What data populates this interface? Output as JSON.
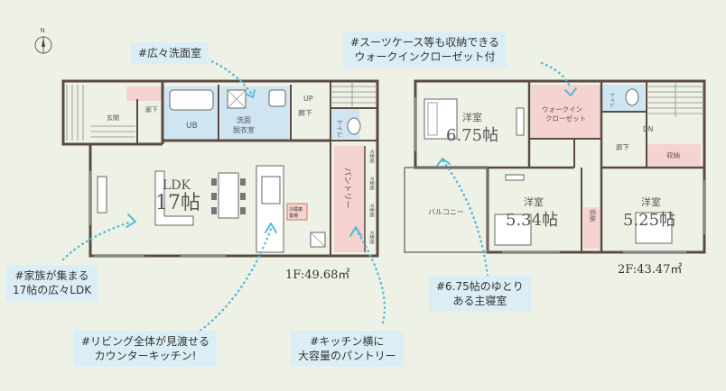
{
  "compass": {
    "label": "N"
  },
  "callouts": {
    "washroom": "#広々洗面室",
    "closet_line1": "#スーツケース等も収納できる",
    "closet_line2": "ウォークインクローゼット付",
    "ldk_line1": "#家族が集まる",
    "ldk_line2": "17帖の広々LDK",
    "kitchen_line1": "#リビング全体が見渡せる",
    "kitchen_line2": "カウンターキッチン!",
    "pantry_line1": "#キッチン横に",
    "pantry_line2": "大容量のパントリー",
    "master_line1": "#6.75帖のゆとり",
    "master_line2": "ある主寝室"
  },
  "floor1": {
    "area": "1F:49.68㎡",
    "rooms": {
      "entrance": "玄関",
      "hall": "廊下",
      "ub": "UB",
      "washroom_1": "洗面",
      "washroom_2": "脱衣室",
      "up": "UP",
      "hall2": "廊下",
      "toilet": "トイレ",
      "ldk_name": "LDK",
      "ldk_size": "17帖",
      "pantry": "パントリー",
      "shelf1": "可動棚",
      "shelf2": "可動棚",
      "shelf3": "可動棚",
      "shelf4": "可動棚",
      "fridge_1": "冷蔵庫",
      "fridge_2": "置場"
    }
  },
  "floor2": {
    "area": "2F:43.47㎡",
    "rooms": {
      "master_name": "洋室",
      "master_size": "6.75帖",
      "wic_1": "ウォークイン",
      "wic_2": "クローゼット",
      "toilet": "トイレ",
      "dn": "DN",
      "hall": "廊下",
      "storage1": "収納",
      "balcony": "バルコニー",
      "room2_name": "洋室",
      "room2_size": "5.34帖",
      "storage2": "収納",
      "room3_name": "洋室",
      "room3_size": "5.25帖"
    }
  },
  "colors": {
    "wall": "#5b4a44",
    "pink": "#f5d3d0",
    "blue": "#cfe6f2",
    "callout_bg": "#dbeef5",
    "dot": "#5cb8d8"
  }
}
